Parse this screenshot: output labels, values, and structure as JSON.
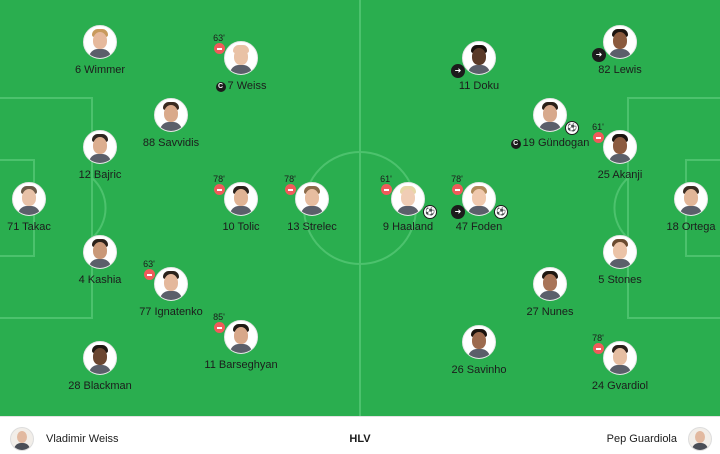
{
  "home_team": {
    "players": [
      {
        "id": "wimmer",
        "label": "6 Wimmer",
        "skin": "#e6b99c",
        "hair": "#c89a5c"
      },
      {
        "id": "weiss",
        "label": "7 Weiss",
        "captain": true,
        "sub_minute": "63'",
        "skin": "#e9c2a6",
        "hair": "#e9c2a6"
      },
      {
        "id": "savvidis",
        "label": "88 Savvidis",
        "skin": "#d9a98a",
        "hair": "#3a2a20"
      },
      {
        "id": "bajric",
        "label": "12 Bajric",
        "skin": "#dcae8f",
        "hair": "#2e2520"
      },
      {
        "id": "takac",
        "label": "71 Takac",
        "skin": "#e8c2a8",
        "hair": "#6b5a48"
      },
      {
        "id": "tolic",
        "label": "10 Tolic",
        "sub_minute": "78'",
        "skin": "#e0b394",
        "hair": "#2a211b"
      },
      {
        "id": "strelec",
        "label": "13 Strelec",
        "sub_minute": "78'",
        "skin": "#e7bda0",
        "hair": "#8a6a4a"
      },
      {
        "id": "kashia",
        "label": "4 Kashia",
        "skin": "#c99878",
        "hair": "#2b211a"
      },
      {
        "id": "ignatenko",
        "label": "77 Ignatenko",
        "sub_minute": "63'",
        "skin": "#e4b89c",
        "hair": "#2a221c"
      },
      {
        "id": "blackman",
        "label": "28 Blackman",
        "skin": "#6b4631",
        "hair": "#1f1712"
      },
      {
        "id": "barseghyan",
        "label": "11 Barseghyan",
        "sub_minute": "85'",
        "skin": "#d8a88a",
        "hair": "#1f1914"
      }
    ]
  },
  "away_team": {
    "players": [
      {
        "id": "doku",
        "label": "11 Doku",
        "assist": true,
        "skin": "#5a3a28",
        "hair": "#1a120d"
      },
      {
        "id": "lewis",
        "label": "82 Lewis",
        "assist": true,
        "skin": "#8a5a3e",
        "hair": "#1c140f"
      },
      {
        "id": "gundogan",
        "label": "19 Gündogan",
        "captain": true,
        "goal": true,
        "skin": "#d7a98c",
        "hair": "#2a2019"
      },
      {
        "id": "akanji",
        "label": "25 Akanji",
        "sub_minute": "61'",
        "skin": "#8c5b40",
        "hair": "#1b1410"
      },
      {
        "id": "haaland",
        "label": "9 Haaland",
        "sub_minute": "61'",
        "goal": true,
        "skin": "#f0cdb5",
        "hair": "#e7d6a6"
      },
      {
        "id": "foden",
        "label": "47 Foden",
        "sub_minute": "78'",
        "assist": true,
        "goal": true,
        "skin": "#f0c9ae",
        "hair": "#b08a5a"
      },
      {
        "id": "ortega",
        "label": "18 Ortega",
        "skin": "#e2b698",
        "hair": "#3a2c22"
      },
      {
        "id": "stones",
        "label": "5 Stones",
        "skin": "#ebc3a7",
        "hair": "#6a4b30"
      },
      {
        "id": "nunes",
        "label": "27 Nunes",
        "skin": "#a87458",
        "hair": "#1f1712"
      },
      {
        "id": "savinho",
        "label": "26 Savinho",
        "skin": "#9c6a4e",
        "hair": "#1a120d"
      },
      {
        "id": "gvardiol",
        "label": "24 Gvardiol",
        "sub_minute": "78'",
        "skin": "#e6bea2",
        "hair": "#2a201a"
      }
    ]
  },
  "footer": {
    "home_coach": "Vladimir Weiss",
    "label": "HLV",
    "away_coach": "Pep Guardiola"
  },
  "colors": {
    "pitch": "#2aae4f",
    "lines": "#4cc26d",
    "sub_badge": "#f05a5a"
  },
  "icons": {
    "captain": "C",
    "goal": "ball-icon",
    "assist": "boot-icon",
    "sub": "substitution-icon"
  }
}
